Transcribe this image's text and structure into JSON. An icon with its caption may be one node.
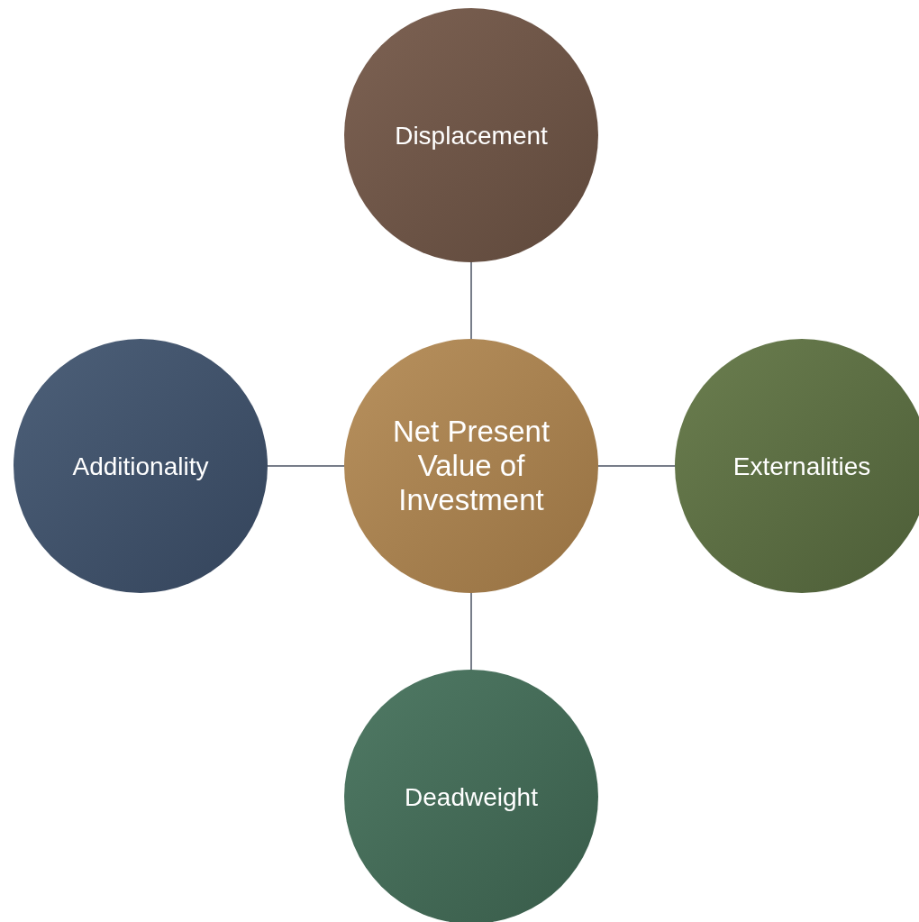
{
  "diagram": {
    "nodes": [
      {
        "text": [
          "Displacement"
        ]
      },
      {
        "text": [
          "Additionality"
        ]
      },
      {
        "text": [
          "Net Present Value of Investment"
        ]
      },
      {
        "text": [
          "Externalities"
        ]
      },
      {
        "text": [
          "Deadweight"
        ]
      }
    ],
    "edges": [
      {
        "from": 2,
        "to": 0,
        "arrow": "none"
      },
      {
        "from": 2,
        "to": 1,
        "arrow": "none"
      },
      {
        "from": 2,
        "to": 3,
        "arrow": "none"
      },
      {
        "from": 2,
        "to": 4,
        "arrow": "none"
      }
    ]
  }
}
